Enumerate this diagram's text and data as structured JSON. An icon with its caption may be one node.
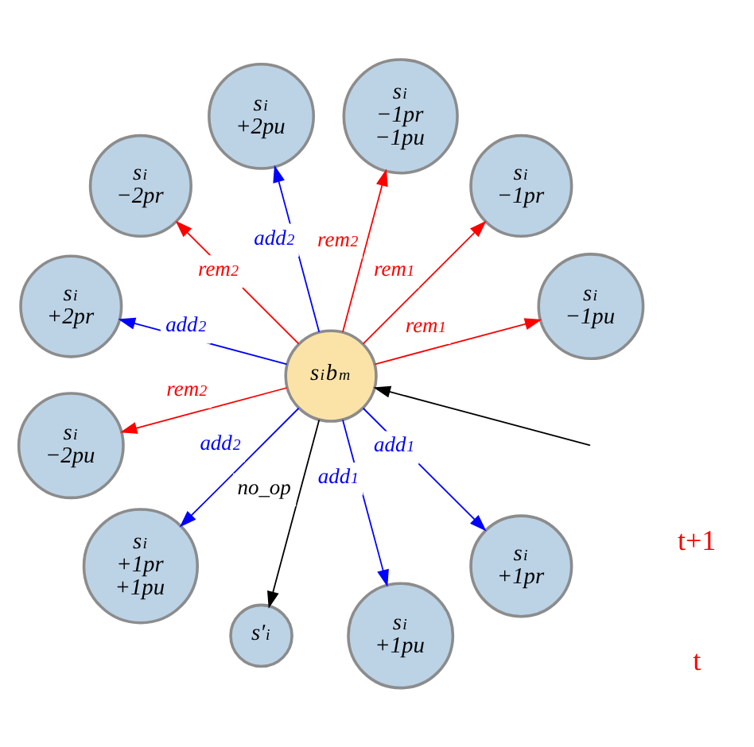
{
  "diagram": {
    "nodes": [
      {
        "text": [
          "s$_{i}$b$_{m}$"
        ]
      },
      {
        "text": [
          "s$_{i}$",
          "−1pu"
        ]
      },
      {
        "text": [
          "s$_{i}$",
          "−1pr"
        ]
      },
      {
        "text": [
          "s$_{i}$",
          "−1pr",
          "−1pu"
        ]
      },
      {
        "text": [
          "s$_{i}$",
          "+2pu"
        ]
      },
      {
        "text": [
          "s$_{i}$",
          "−2pr"
        ]
      },
      {
        "text": [
          "s$_{i}$",
          "+2pr"
        ]
      },
      {
        "text": [
          "s$_{i}$",
          "−2pu"
        ]
      },
      {
        "text": [
          "s$_{i}$",
          "+1pr",
          "+1pu"
        ]
      },
      {
        "text": [
          "s′$_{i}$"
        ]
      },
      {
        "text": [
          "s$_{i}$",
          "+1pu"
        ]
      },
      {
        "text": [
          "s$_{i}$",
          "+1pr"
        ]
      }
    ],
    "edges": [
      {
        "from": 0,
        "to": 1,
        "arrow": "to",
        "label": "rem$_{1}$",
        "color": "#ff0000"
      },
      {
        "from": 0,
        "to": 2,
        "arrow": "to",
        "label": "rem$_{1}$",
        "color": "#ff0000"
      },
      {
        "from": 0,
        "to": 3,
        "arrow": "to",
        "label": "rem$_{2}$",
        "color": "#ff0000"
      },
      {
        "from": 0,
        "to": 4,
        "arrow": "to",
        "label": "add$_{2}$",
        "color": "#0000ff"
      },
      {
        "from": 0,
        "to": 5,
        "arrow": "to",
        "label": "rem$_{2}$",
        "color": "#ff0000"
      },
      {
        "from": 0,
        "to": 6,
        "arrow": "to",
        "label": "add$_{2}$",
        "color": "#0000ff"
      },
      {
        "from": 0,
        "to": 7,
        "arrow": "to",
        "label": "rem$_{2}$",
        "color": "#ff0000"
      },
      {
        "from": 0,
        "to": 8,
        "arrow": "to",
        "label": "add$_{2}$",
        "color": "#0000ff"
      },
      {
        "from": 0,
        "to": 9,
        "arrow": "to",
        "label": "no_op",
        "color": "#000000"
      },
      {
        "from": 0,
        "to": 10,
        "arrow": "to",
        "label": "add$_{1}$",
        "color": "#0000ff"
      },
      {
        "from": 0,
        "to": 11,
        "arrow": "to",
        "label": "add$_{1}$",
        "color": "#0000ff"
      },
      {
        "from": null,
        "to": 0,
        "arrow": "to",
        "color": "#000000"
      }
    ],
    "labels": [
      "t",
      "t+1"
    ]
  }
}
